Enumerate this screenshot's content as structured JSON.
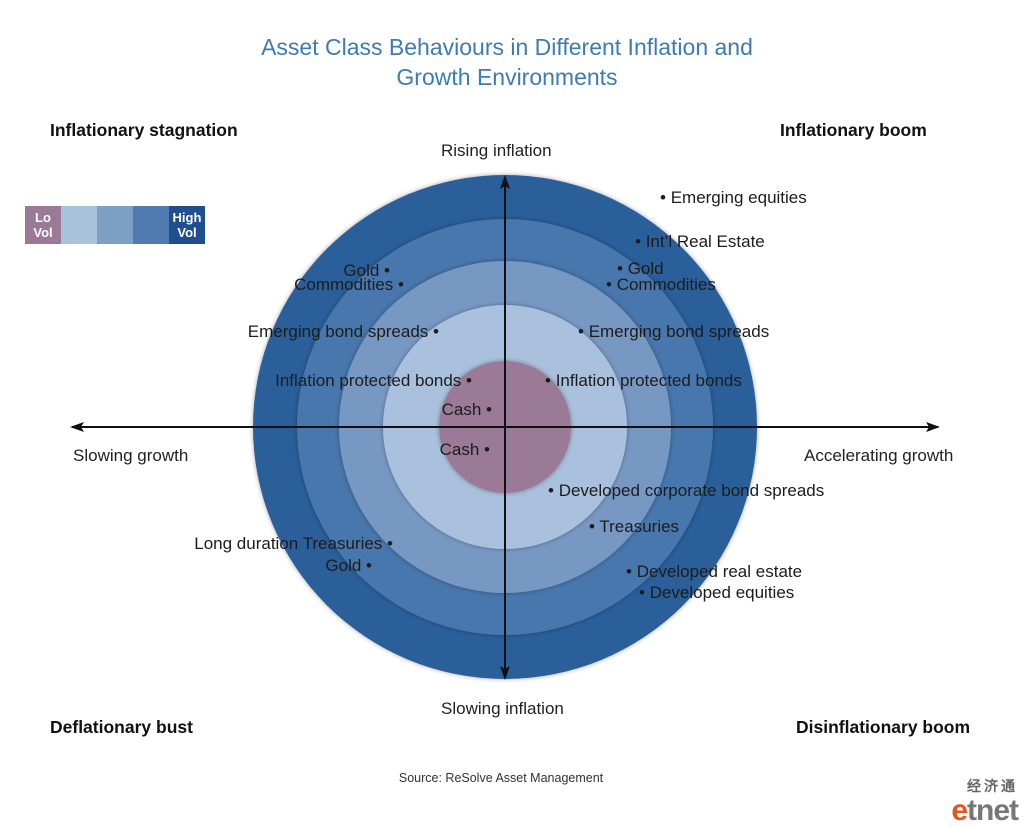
{
  "title": {
    "line1": "Asset Class Behaviours in Different Inflation and",
    "line2": "Growth Environments"
  },
  "quadrants": {
    "top_left": "Inflationary stagnation",
    "top_right": "Inflationary boom",
    "bottom_left": "Deflationary bust",
    "bottom_right": "Disinflationary boom"
  },
  "axes": {
    "top": "Rising inflation",
    "bottom": "Slowing inflation",
    "left": "Slowing growth",
    "right": "Accelerating growth"
  },
  "legend": {
    "lo_line1": "Lo",
    "lo_line2": "Vol",
    "hi_line1": "High",
    "hi_line2": "Vol",
    "colors": [
      "#9b7a98",
      "#a9c3dd",
      "#7d9fc4",
      "#4f7bb0",
      "#1f4f8e"
    ]
  },
  "rings": {
    "colors": [
      "#2c5e9a",
      "#4677ad",
      "#7898c4",
      "#a9c1dc",
      "#9b7a98"
    ]
  },
  "assets": {
    "top_right": {
      "emerging_equities": "Emerging equities",
      "intl_real_estate": "Int’l Real Estate",
      "gold": "Gold",
      "commodities": "Commodities",
      "emerging_bond_spreads": "Emerging bond spreads",
      "inflation_protected_bonds": "Inflation protected bonds"
    },
    "top_left": {
      "gold": "Gold",
      "commodities": "Commodities",
      "emerging_bond_spreads": "Emerging bond spreads",
      "inflation_protected_bonds": "Inflation protected bonds",
      "cash": "Cash"
    },
    "bottom_left": {
      "cash": "Cash",
      "long_duration_treasuries": "Long duration Treasuries",
      "gold": "Gold"
    },
    "bottom_right": {
      "developed_corporate_bond_spreads": "Developed corporate bond spreads",
      "treasuries": "Treasuries",
      "developed_real_estate": "Developed real estate",
      "developed_equities": "Developed equities"
    }
  },
  "source": "Source: ReSolve Asset Management",
  "watermark": {
    "chinese": "经济通",
    "brand_e": "e",
    "brand_rest": "tnet"
  }
}
